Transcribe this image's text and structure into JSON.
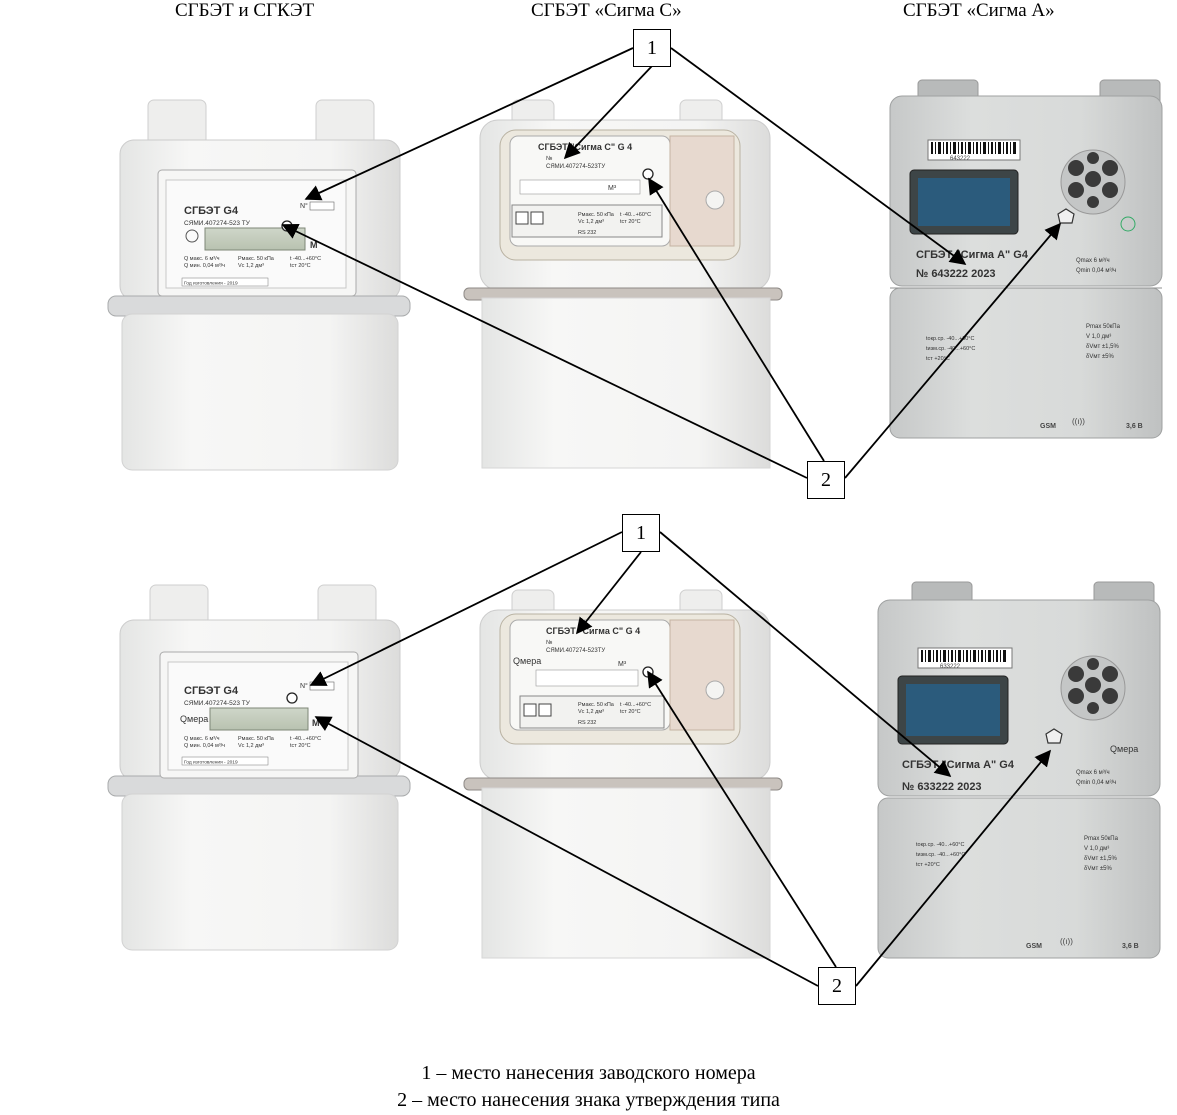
{
  "columns": {
    "col1": "СГБЭТ и СГКЭТ",
    "col2": "СГБЭТ «Сигма С»",
    "col3": "СГБЭТ «Сигма А»"
  },
  "callouts": {
    "one": "1",
    "two": "2"
  },
  "legend": {
    "line1": "1 – место нанесения заводского номера",
    "line2": "2 – место нанесения знака утверждения типа"
  },
  "meters": {
    "sgbet": {
      "model": "СГБЭТ G4",
      "spec": "СЯМИ.407274-523 ТУ",
      "number_prefix": "N°",
      "unit": "M",
      "qmax": "Q макс. 6 м³/ч",
      "qmin": "Q мин. 0,04 м³/ч",
      "pmax": "Pмакс. 50 кПа",
      "vc": "Vc 1,2 дм³",
      "temp": "t -40...+60°C",
      "tst": "tст 20°C",
      "year": "Год изготовления - 2019",
      "qmera": "Qмера"
    },
    "sigma_c": {
      "model": "СГБЭТ \"Сигма С\" G 4",
      "spec": "СЯМИ.407274-523ТУ",
      "number_prefix": "№",
      "unit": "М³",
      "pmax": "Pмакс. 50 кПа",
      "vc": "Vc 1,2 дм³",
      "temp": "t -40...+60°C",
      "tst": "tст 20°C",
      "rs": "RS 232",
      "qmera": "Qмера"
    },
    "sigma_a": {
      "model": "СГБЭТ \"Сигма А\" G4",
      "serial_top": "№ 643222   2023",
      "serial_bottom": "№ 633222   2023",
      "barcode_top": "643222",
      "barcode_bottom": "633222",
      "qmax": "Qmax 6 м³/ч",
      "qmin": "Qmin 0,04 м³/ч",
      "pmax": "Pmax 50кПа",
      "v": "V 1,0 дм³",
      "dv1": "δVмт ±1,5%",
      "dv2": "δVмт ±5%",
      "t1": "tокр.ср. -40...+60°C",
      "t2": "tизм.ср. -40...+60°C",
      "t3": "tст +20°C",
      "gsm": "GSM",
      "battery": "3,6 В",
      "qmera": "Qмера"
    }
  }
}
